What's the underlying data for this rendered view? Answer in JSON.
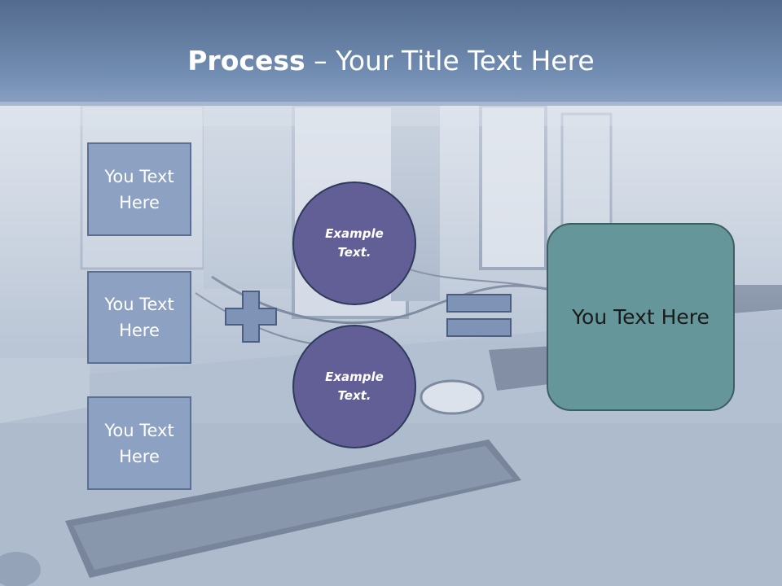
{
  "title": {
    "bold": "Process",
    "rest": " – Your Title Text Here"
  },
  "boxes": [
    {
      "label": "You Text Here"
    },
    {
      "label": "You Text Here"
    },
    {
      "label": "You Text Here"
    }
  ],
  "circles": [
    {
      "label": "Example Text."
    },
    {
      "label": "Example Text."
    }
  ],
  "result": {
    "label": "You Text Here"
  },
  "colors": {
    "header": "#5d7496",
    "box_fill": "#8da2c3",
    "circle_fill": "#615f96",
    "result_fill": "#65969a"
  }
}
